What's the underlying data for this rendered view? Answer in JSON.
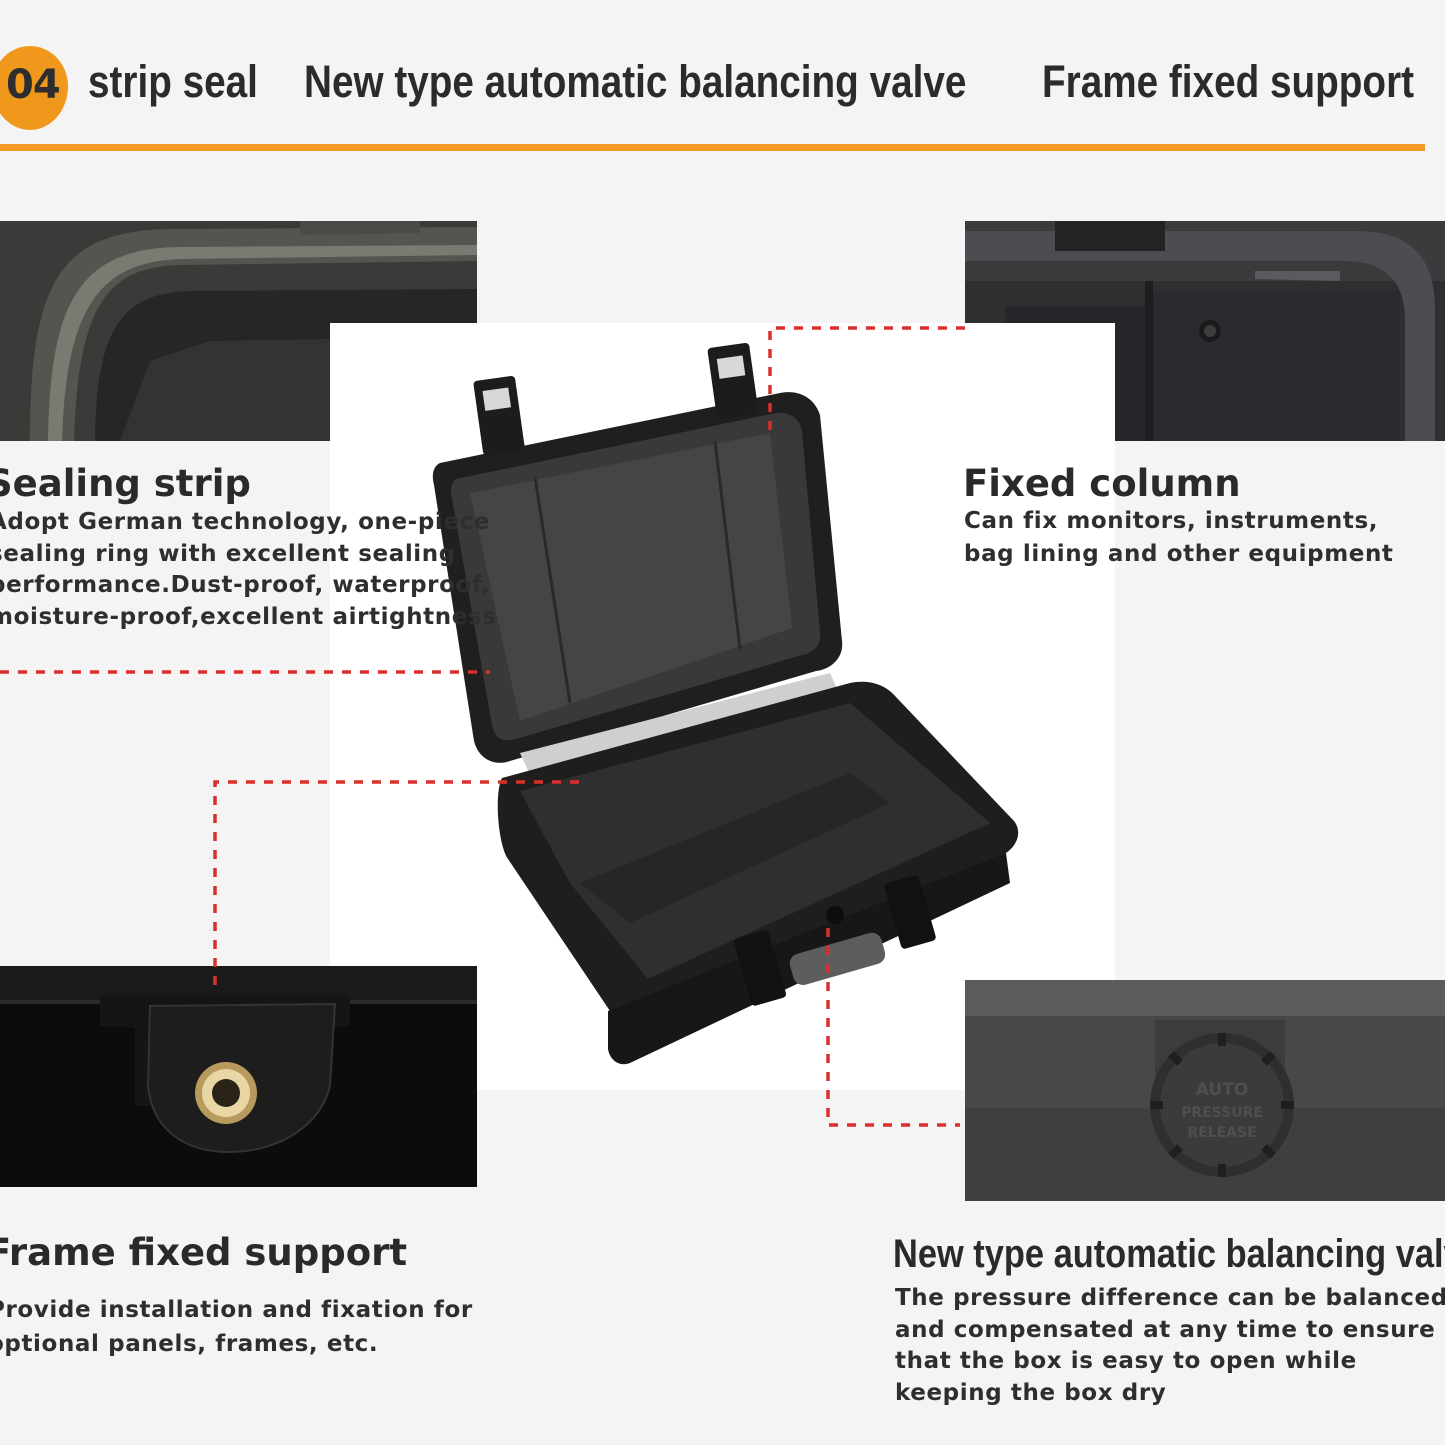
{
  "header": {
    "badge": "04",
    "items": [
      "strip seal",
      "New type automatic balancing valve",
      "Frame fixed support"
    ]
  },
  "features": {
    "sealing": {
      "title": "Sealing strip",
      "lines": [
        "Adopt German technology, one-piece",
        "sealing ring with excellent sealing",
        "performance.Dust-proof, waterproof,",
        "moisture-proof,excellent airtightness"
      ]
    },
    "column": {
      "title": "Fixed column",
      "lines": [
        "Can fix monitors, instruments,",
        "bag lining and other equipment"
      ]
    },
    "frame": {
      "title": "Frame fixed support",
      "lines": [
        "Provide installation and fixation for",
        "optional panels, frames, etc."
      ]
    },
    "valve": {
      "title": "New type automatic balancing valve",
      "lines": [
        "The pressure difference can be balanced",
        "and compensated at any time to ensure",
        "that the box is easy to open while",
        "keeping the box dry"
      ],
      "imprint": [
        "AUTO",
        "PRESSURE",
        "RELEASE"
      ]
    }
  },
  "colors": {
    "accent": "#f29a24",
    "leader": "#d9302b",
    "case": "#1c1c1c"
  }
}
